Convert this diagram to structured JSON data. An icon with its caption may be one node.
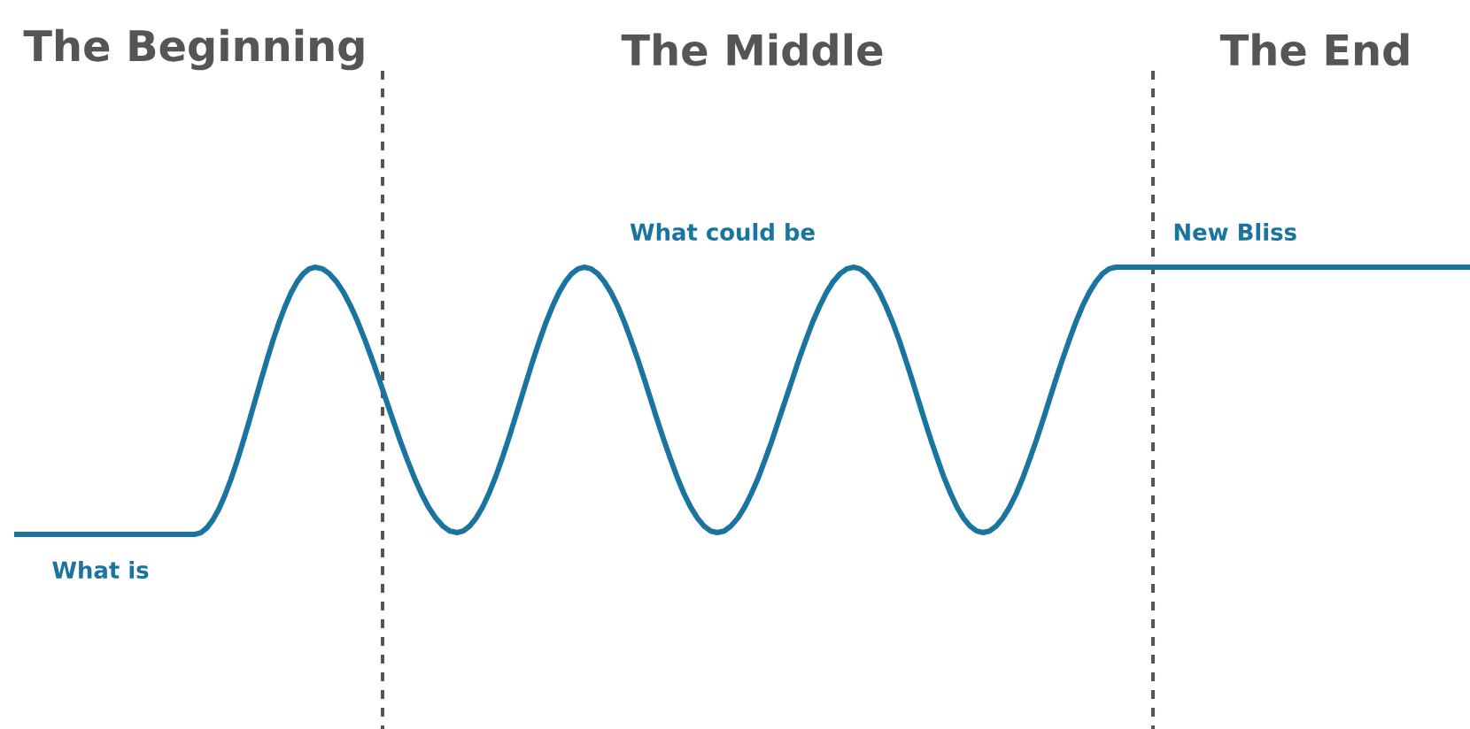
{
  "diagram": {
    "labels": [
      "The Beginning",
      "The Middle",
      "The End",
      "What could be",
      "New Bliss",
      "What is"
    ]
  }
}
